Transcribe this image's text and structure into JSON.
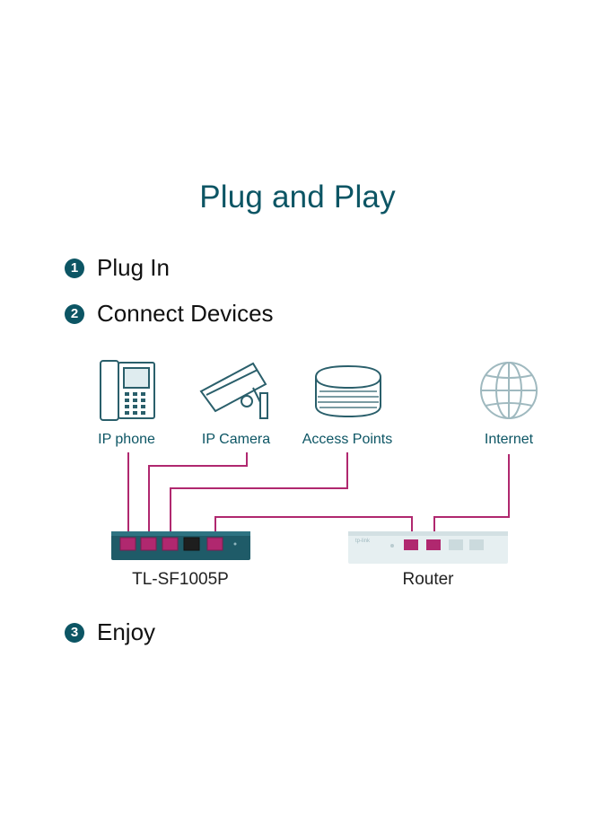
{
  "title": "Plug and Play",
  "steps": [
    {
      "number": "1",
      "label": "Plug In"
    },
    {
      "number": "2",
      "label": "Connect Devices"
    },
    {
      "number": "3",
      "label": "Enjoy"
    }
  ],
  "devices": {
    "ip_phone": "IP phone",
    "ip_camera": "IP Camera",
    "access_points": "Access Points",
    "internet": "Internet"
  },
  "hardware": {
    "switch": "TL-SF1005P",
    "router": "Router",
    "router_brand": "tp-link"
  },
  "colors": {
    "brand": "#0c5564",
    "cable": "#b0286f",
    "icon_teal": "#2a5f6b",
    "icon_light": "#9fb9bf"
  }
}
